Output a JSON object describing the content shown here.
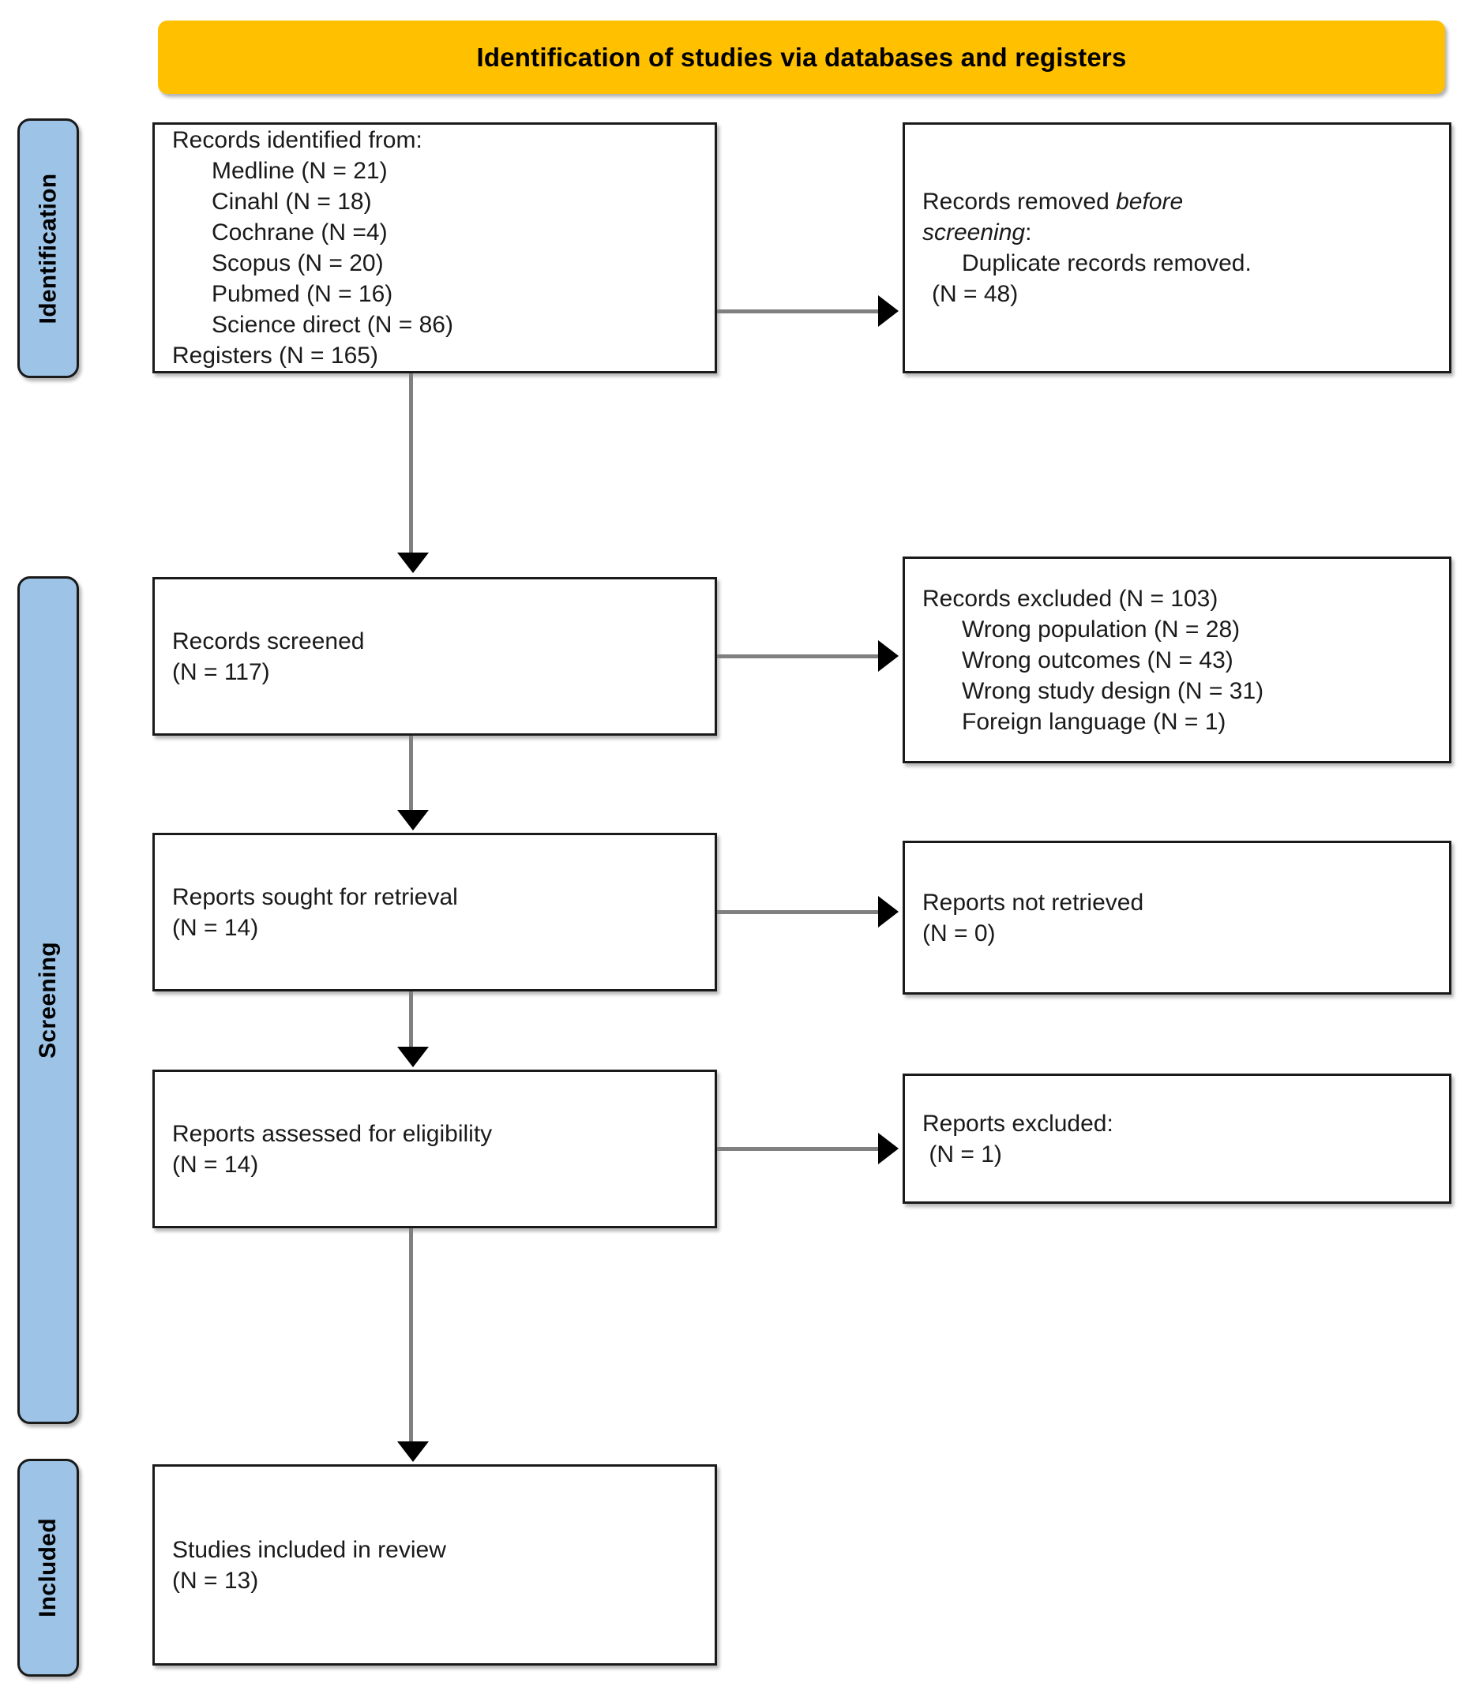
{
  "colors": {
    "banner_bg": "#FFC000",
    "stage_bg": "#9DC3E6",
    "box_border": "#1A1A1A",
    "connector_line": "#808080",
    "arrow_head": "#000000",
    "text": "#1A1A1A"
  },
  "banner": {
    "title": "Identification of studies via databases and registers"
  },
  "stages": [
    {
      "id": "identification",
      "label": "Identification"
    },
    {
      "id": "screening",
      "label": "Screening"
    },
    {
      "id": "included",
      "label": "Included"
    }
  ],
  "boxes": {
    "identified": {
      "heading": "Records identified from:",
      "sources": [
        "Medline (N = 21)",
        "Cinahl (N = 18)",
        "Cochrane (N =4)",
        "Scopus (N = 20)",
        "Pubmed (N = 16)",
        "Science direct (N = 86)"
      ],
      "registers": "Registers (N = 165)"
    },
    "removed": {
      "line1_prefix": "Records removed ",
      "line1_italic": "before",
      "line2_italic": "screening",
      "line2_suffix": ":",
      "detail": "Duplicate records removed.",
      "count": "(N = 48)"
    },
    "screened": {
      "label": "Records screened",
      "count": "(N = 117)"
    },
    "excluded_records": {
      "heading": "Records excluded (N = 103)",
      "reasons": [
        "Wrong population (N = 28)",
        "Wrong outcomes (N = 43)",
        "Wrong study design (N = 31)",
        "Foreign language (N = 1)"
      ]
    },
    "sought": {
      "label": "Reports sought for retrieval",
      "count": "(N = 14)"
    },
    "not_retrieved": {
      "label": "Reports not retrieved",
      "count": "(N = 0)"
    },
    "assessed": {
      "label": "Reports assessed for eligibility",
      "count": "(N = 14)"
    },
    "excluded_reports": {
      "label": "Reports excluded:",
      "count": " (N = 1)"
    },
    "included": {
      "label": "Studies included in review",
      "count": "(N = 13)"
    }
  },
  "chart_data": {
    "type": "diagram",
    "title": "Identification of studies via databases and registers",
    "diagram_kind": "PRISMA 2020 flow diagram",
    "stages": [
      "Identification",
      "Screening",
      "Included"
    ],
    "nodes": [
      {
        "id": "identified",
        "stage": "Identification",
        "label": "Records identified from",
        "total_databases": 165,
        "registers": 165,
        "breakdown": {
          "Medline": 21,
          "Cinahl": 18,
          "Cochrane": 4,
          "Scopus": 20,
          "Pubmed": 16,
          "Science direct": 86
        }
      },
      {
        "id": "removed",
        "stage": "Identification",
        "label": "Records removed before screening: Duplicate records removed.",
        "value": 48
      },
      {
        "id": "screened",
        "stage": "Screening",
        "label": "Records screened",
        "value": 117
      },
      {
        "id": "excluded_records",
        "stage": "Screening",
        "label": "Records excluded",
        "value": 103,
        "breakdown": {
          "Wrong population": 28,
          "Wrong outcomes": 43,
          "Wrong study design": 31,
          "Foreign language": 1
        }
      },
      {
        "id": "sought",
        "stage": "Screening",
        "label": "Reports sought for retrieval",
        "value": 14
      },
      {
        "id": "not_retrieved",
        "stage": "Screening",
        "label": "Reports not retrieved",
        "value": 0
      },
      {
        "id": "assessed",
        "stage": "Screening",
        "label": "Reports assessed for eligibility",
        "value": 14
      },
      {
        "id": "excluded_reports",
        "stage": "Screening",
        "label": "Reports excluded",
        "value": 1
      },
      {
        "id": "included",
        "stage": "Included",
        "label": "Studies included in review",
        "value": 13
      }
    ],
    "edges": [
      {
        "from": "identified",
        "to": "removed",
        "direction": "right"
      },
      {
        "from": "identified",
        "to": "screened",
        "direction": "down"
      },
      {
        "from": "screened",
        "to": "excluded_records",
        "direction": "right"
      },
      {
        "from": "screened",
        "to": "sought",
        "direction": "down"
      },
      {
        "from": "sought",
        "to": "not_retrieved",
        "direction": "right"
      },
      {
        "from": "sought",
        "to": "assessed",
        "direction": "down"
      },
      {
        "from": "assessed",
        "to": "excluded_reports",
        "direction": "right"
      },
      {
        "from": "assessed",
        "to": "included",
        "direction": "down"
      }
    ]
  }
}
